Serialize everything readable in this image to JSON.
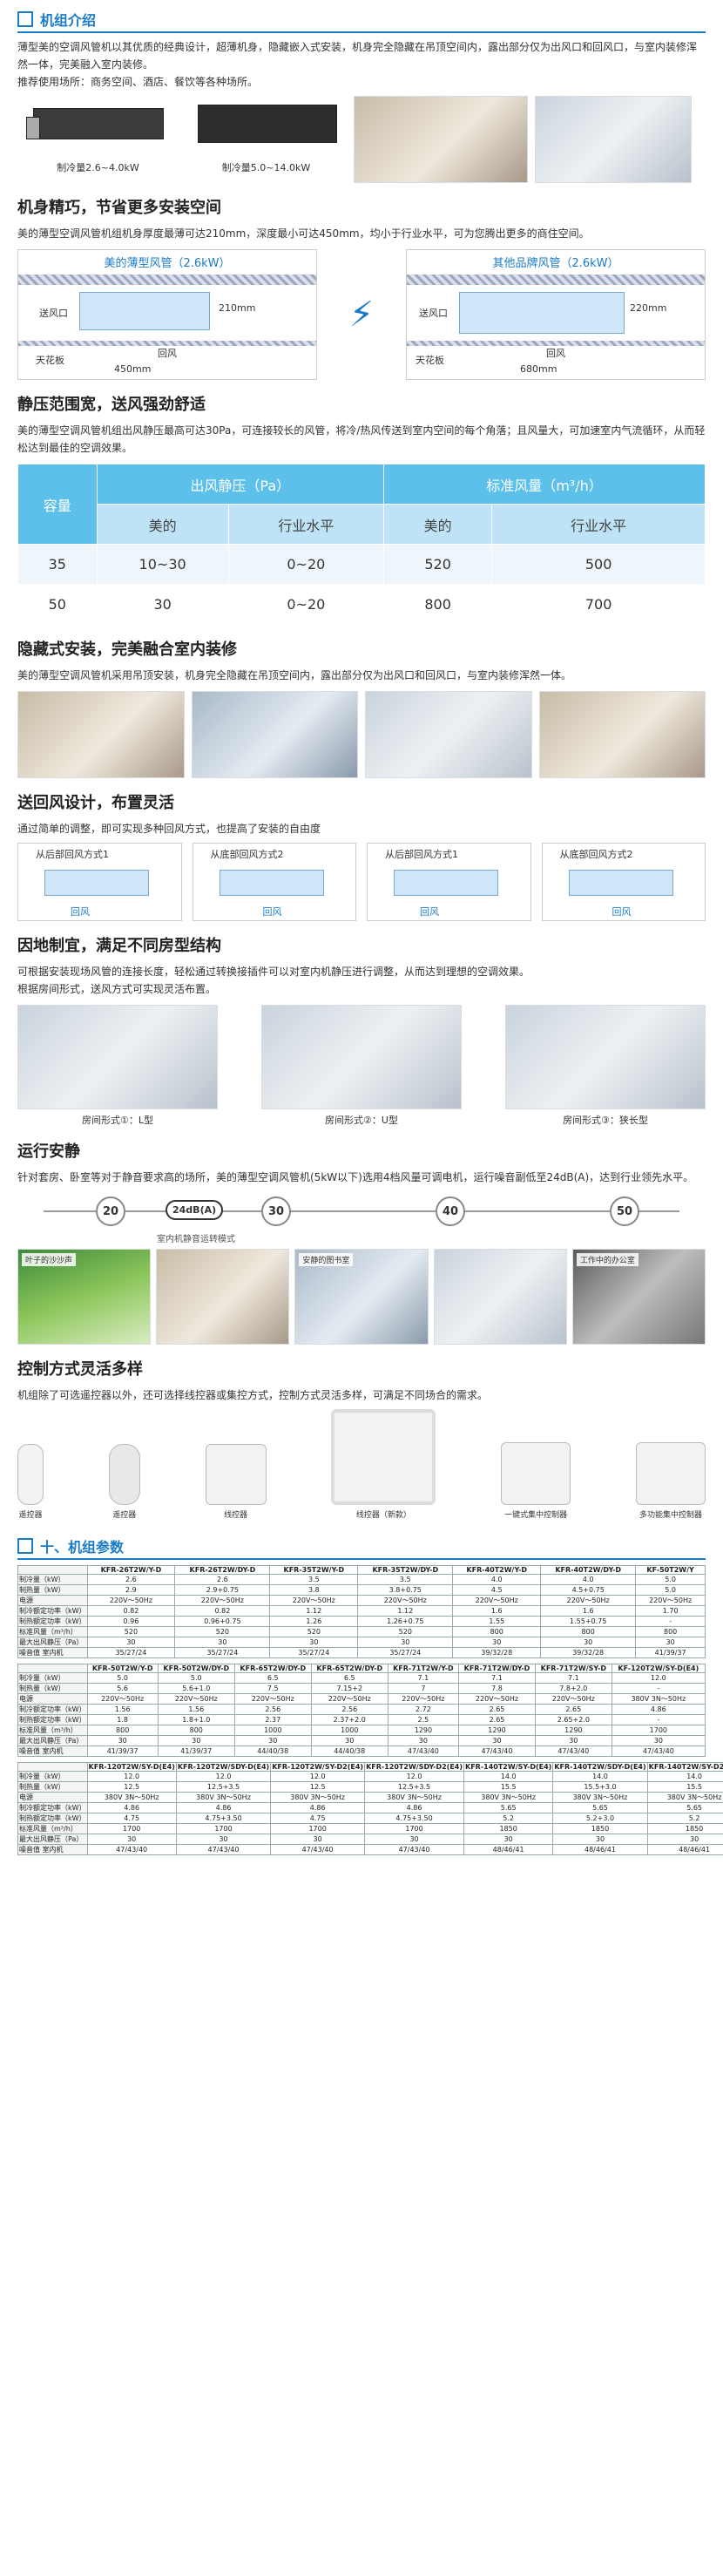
{
  "sections": {
    "intro_title": "机组介绍",
    "intro_text": "薄型美的空调风管机以其优质的经典设计，超薄机身，隐藏嵌入式安装，机身完全隐藏在吊顶空间内，露出部分仅为出风口和回风口，与室内装修浑然一体，完美融入室内装修。",
    "intro_use": "推荐使用场所：商务空间、酒店、餐饮等各种场所。",
    "product_caps": [
      "制冷量2.6~4.0kW",
      "制冷量5.0~14.0kW"
    ],
    "slim_title": "机身精巧，节省更多安装空间",
    "slim_text": "美的薄型空调风管机组机身厚度最薄可达210mm，深度最小可达450mm，均小于行业水平，可为您腾出更多的商住空间。",
    "diagram_left": {
      "title": "美的薄型风管（2.6kW）",
      "outlet": "送风口",
      "ceiling": "天花板",
      "return": "回风",
      "height": "210mm",
      "depth": "450mm"
    },
    "diagram_right": {
      "title": "其他品牌风管（2.6kW）",
      "outlet": "送风口",
      "ceiling": "天花板",
      "return": "回风",
      "height": "220mm",
      "depth": "680mm"
    },
    "pressure_title": "静压范围宽，送风强劲舒适",
    "pressure_text": "美的薄型空调风管机组出风静压最高可达30Pa，可连接较长的风管，将冷/热风传送到室内空间的每个角落；且风量大，可加速室内气流循环，从而轻松达到最佳的空调效果。",
    "hidden_title": "隐藏式安装，完美融合室内装修",
    "hidden_text": "美的薄型空调风管机采用吊顶安装，机身完全隐藏在吊顶空间内，露出部分仅为出风口和回风口，与室内装修浑然一体。",
    "flex_title": "送回风设计，布置灵活",
    "flex_text": "通过简单的调整，即可实现多种回风方式，也提高了安装的自由度",
    "install_labels": [
      "从后部回风方式1",
      "从底部回风方式2",
      "从后部回风方式1",
      "从底部回风方式2"
    ],
    "install_air": "回风",
    "room_title": "因地制宜，满足不同房型结构",
    "room_text": "可根据安装现场风管的连接长度，轻松通过转换接插件可以对室内机静压进行调整，从而达到理想的空调效果。",
    "room_text2": "根据房间形式，送风方式可实现灵活布置。",
    "room_caps": [
      "房间形式①：L型",
      "房间形式②：U型",
      "房间形式③：狭长型"
    ],
    "quiet_title": "运行安静",
    "quiet_text": "针对套房、卧室等对于静音要求高的场所，美的薄型空调风管机(5kW以下)选用4档风量可调电机，运行噪音副低至24dB(A)，达到行业领先水平。",
    "db_values": [
      "20",
      "24dB(A)",
      "30",
      "40",
      "50"
    ],
    "db_note": "室内机静音运转模式",
    "scene_tags": [
      "叶子的沙沙声",
      "",
      "安静的图书室",
      "",
      "工作中的办公室"
    ],
    "ctrl_title": "控制方式灵活多样",
    "ctrl_text": "机组除了可选遥控器以外，还可选择线控器或集控方式，控制方式灵活多样，可满足不同场合的需求。",
    "ctrl_caps": [
      "遥控器",
      "遥控器",
      "线控器",
      "线控器（新款）",
      "一键式集中控制器",
      "多功能集中控制器"
    ],
    "params_title": "十、机组参数"
  },
  "cap_table": {
    "h_capacity": "容量",
    "h_pressure": "出风静压（Pa）",
    "h_airflow": "标准风量（m³/h）",
    "sub": [
      "美的",
      "行业水平",
      "美的",
      "行业水平"
    ],
    "rows": [
      [
        "35",
        "10~30",
        "0~20",
        "520",
        "500"
      ],
      [
        "50",
        "30",
        "0~20",
        "800",
        "700"
      ]
    ]
  },
  "spec_tables": [
    {
      "models": [
        "KFR-26T2W/Y-D",
        "KFR-26T2W/DY-D",
        "KFR-35T2W/Y-D",
        "KFR-35T2W/DY-D",
        "KFR-40T2W/Y-D",
        "KFR-40T2W/DY-D",
        "KF-50T2W/Y"
      ],
      "rows": [
        [
          "制冷量（kW）",
          "2.6",
          "2.6",
          "3.5",
          "3.5",
          "4.0",
          "4.0",
          "5.0"
        ],
        [
          "制热量（kW）",
          "2.9",
          "2.9+0.75",
          "3.8",
          "3.8+0.75",
          "4.5",
          "4.5+0.75",
          "5.0"
        ],
        [
          "电源",
          "220V～50Hz",
          "220V～50Hz",
          "220V～50Hz",
          "220V～50Hz",
          "220V～50Hz",
          "220V～50Hz",
          "220V～50Hz"
        ],
        [
          "制冷额定功率（kW）",
          "0.82",
          "0.82",
          "1.12",
          "1.12",
          "1.6",
          "1.6",
          "1.70"
        ],
        [
          "制热额定功率（kW）",
          "0.96",
          "0.96+0.75",
          "1.26",
          "1.26+0.75",
          "1.55",
          "1.55+0.75",
          "-"
        ],
        [
          "标准风量（m³/h）",
          "520",
          "520",
          "520",
          "520",
          "800",
          "800",
          "800"
        ],
        [
          "最大出风静压（Pa）",
          "30",
          "30",
          "30",
          "30",
          "30",
          "30",
          "30"
        ],
        [
          "噪音值 室内机",
          "35/27/24",
          "35/27/24",
          "35/27/24",
          "35/27/24",
          "39/32/28",
          "39/32/28",
          "41/39/37"
        ]
      ]
    },
    {
      "models": [
        "KFR-50T2W/Y-D",
        "KFR-50T2W/DY-D",
        "KFR-65T2W/DY-D",
        "KFR-65T2W/DY-D",
        "KFR-71T2W/Y-D",
        "KFR-71T2W/DY-D",
        "KFR-71T2W/SY-D",
        "KF-120T2W/SY-D(E4)"
      ],
      "rows": [
        [
          "制冷量（kW）",
          "5.0",
          "5.0",
          "6.5",
          "6.5",
          "7.1",
          "7.1",
          "7.1",
          "12.0"
        ],
        [
          "制热量（kW）",
          "5.6",
          "5.6+1.0",
          "7.5",
          "7.15+2",
          "7",
          "7.8",
          "7.8+2.0",
          "-"
        ],
        [
          "电源",
          "220V～50Hz",
          "220V～50Hz",
          "220V～50Hz",
          "220V～50Hz",
          "220V～50Hz",
          "220V～50Hz",
          "220V～50Hz",
          "380V 3N～50Hz"
        ],
        [
          "制冷额定功率（kW）",
          "1.56",
          "1.56",
          "2.56",
          "2.56",
          "2.72",
          "2.65",
          "2.65",
          "4.86"
        ],
        [
          "制热额定功率（kW）",
          "1.8",
          "1.8+1.0",
          "2.37",
          "2.37+2.0",
          "2.5",
          "2.65",
          "2.65+2.0",
          "-"
        ],
        [
          "标准风量（m³/h）",
          "800",
          "800",
          "1000",
          "1000",
          "1290",
          "1290",
          "1290",
          "1700"
        ],
        [
          "最大出风静压（Pa）",
          "30",
          "30",
          "30",
          "30",
          "30",
          "30",
          "30",
          "30"
        ],
        [
          "噪音值 室内机",
          "41/39/37",
          "41/39/37",
          "44/40/38",
          "44/40/38",
          "47/43/40",
          "47/43/40",
          "47/43/40",
          "47/43/40"
        ]
      ]
    },
    {
      "models": [
        "KFR-120T2W/SY-D(E4)",
        "KFR-120T2W/SDY-D(E4)",
        "KFR-120T2W/SY-D2(E4)",
        "KFR-120T2W/SDY-D2(E4)",
        "KFR-140T2W/SY-D(E4)",
        "KFR-140T2W/SDY-D(E4)",
        "KFR-140T2W/SY-D2(E4)",
        "KFR-140T2W/SDY-D2(E4)"
      ],
      "rows": [
        [
          "制冷量（kW）",
          "12.0",
          "12.0",
          "12.0",
          "12.0",
          "14.0",
          "14.0",
          "14.0",
          "14.0"
        ],
        [
          "制热量（kW）",
          "12.5",
          "12.5+3.5",
          "12.5",
          "12.5+3.5",
          "15.5",
          "15.5+3.0",
          "15.5",
          "15.5+3.0"
        ],
        [
          "电源",
          "380V 3N～50Hz",
          "380V 3N～50Hz",
          "380V 3N～50Hz",
          "380V 3N～50Hz",
          "380V 3N～50Hz",
          "380V 3N～50Hz",
          "380V 3N～50Hz",
          "380V 3N～50Hz"
        ],
        [
          "制冷额定功率（kW）",
          "4.86",
          "4.86",
          "4.86",
          "4.86",
          "5.65",
          "5.65",
          "5.65",
          "5.65"
        ],
        [
          "制热额定功率（kW）",
          "4.75",
          "4.75+3.50",
          "4.75",
          "4.75+3.50",
          "5.2",
          "5.2+3.0",
          "5.2",
          "5.2+3.0"
        ],
        [
          "标准风量（m³/h）",
          "1700",
          "1700",
          "1700",
          "1700",
          "1850",
          "1850",
          "1850",
          "1850"
        ],
        [
          "最大出风静压（Pa）",
          "30",
          "30",
          "30",
          "30",
          "30",
          "30",
          "30",
          "30"
        ],
        [
          "噪音值 室内机",
          "47/43/40",
          "47/43/40",
          "47/43/40",
          "47/43/40",
          "48/46/41",
          "48/46/41",
          "48/46/41",
          "48/46/41"
        ]
      ]
    }
  ],
  "colors": {
    "accent": "#1a7bc6",
    "table_head": "#5cc0ea",
    "table_sub": "#bfe3f6"
  }
}
